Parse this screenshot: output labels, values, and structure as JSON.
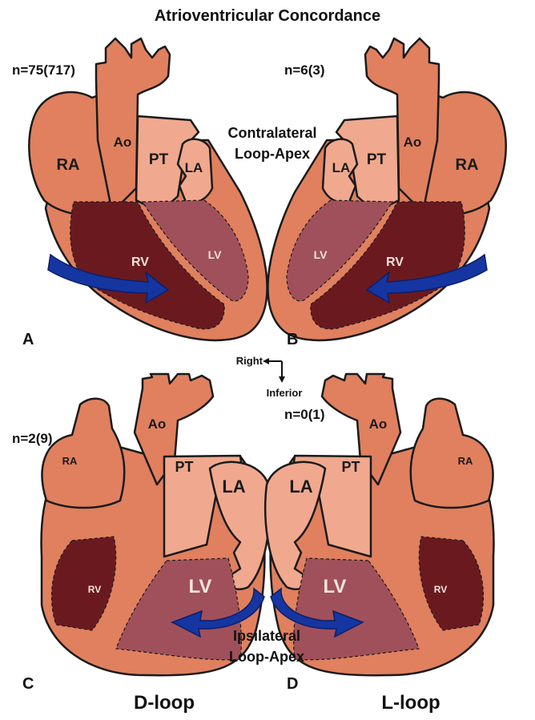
{
  "title": "Atrioventricular Concordance",
  "colors": {
    "body": "#e0805e",
    "pale": "#f0a98e",
    "rv": "#6a1a1f",
    "lv": "#a0505a",
    "arrow": "#1535a0",
    "outline": "#1a1a1a"
  },
  "middle_labels": {
    "contralateral": [
      "Contralateral",
      "Loop-Apex"
    ],
    "ipsilateral": [
      "Ipsilateral",
      "Loop-Apex"
    ]
  },
  "orientation": {
    "right": "Right",
    "inferior": "Inferior"
  },
  "loop_labels": {
    "d": "D-loop",
    "l": "L-loop"
  },
  "panels": [
    {
      "id": "A",
      "letter": "A",
      "n": "n=75(717)",
      "mirror": false,
      "type": "contralateral",
      "labels": {
        "RA": "RA",
        "Ao": "Ao",
        "PT": "PT",
        "LA": "LA",
        "RV": "RV",
        "LV": "LV"
      }
    },
    {
      "id": "B",
      "letter": "B",
      "n": "n=6(3)",
      "mirror": true,
      "type": "contralateral",
      "labels": {
        "RA": "RA",
        "Ao": "Ao",
        "PT": "PT",
        "LA": "LA",
        "RV": "RV",
        "LV": "LV"
      }
    },
    {
      "id": "C",
      "letter": "C",
      "n": "n=2(9)",
      "mirror": false,
      "type": "ipsilateral",
      "labels": {
        "RA": "RA",
        "Ao": "Ao",
        "PT": "PT",
        "LA": "LA",
        "RV": "RV",
        "LV": "LV"
      }
    },
    {
      "id": "D",
      "letter": "D",
      "n": "n=0(1)",
      "mirror": true,
      "type": "ipsilateral",
      "labels": {
        "RA": "RA",
        "Ao": "Ao",
        "PT": "PT",
        "LA": "LA",
        "RV": "RV",
        "LV": "LV"
      }
    }
  ]
}
